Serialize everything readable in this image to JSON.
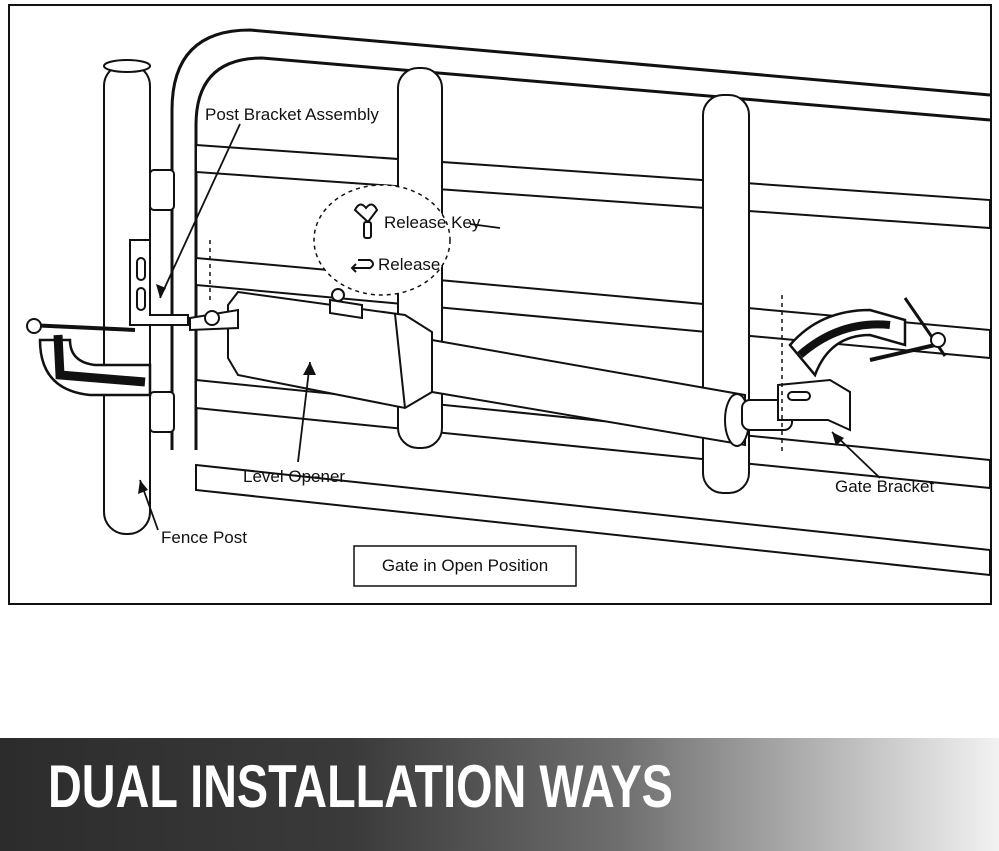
{
  "diagram": {
    "labels": {
      "post_bracket": "Post Bracket Assembly",
      "release_key": "Release Key",
      "release": "Release",
      "level_opener": "Level Opener",
      "fence_post": "Fence Post",
      "gate_bracket": "Gate Bracket",
      "gate_position": "Gate in Open Position"
    },
    "icons": [
      "release-key-icon",
      "release-arrow-icon"
    ]
  },
  "banner": {
    "title": "DUAL INSTALLATION WAYS",
    "colors": {
      "dark": "#2c2c2c",
      "light": "#f2f2f2",
      "text": "#ffffff"
    }
  }
}
